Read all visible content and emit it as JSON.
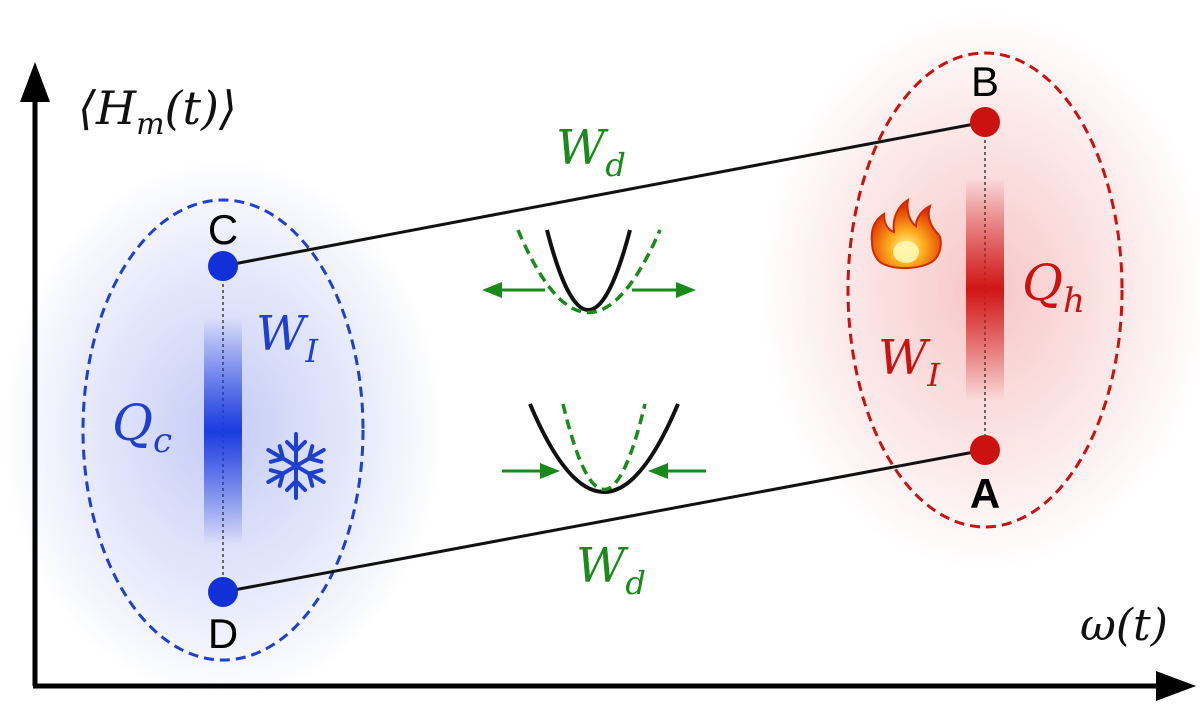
{
  "axes": {
    "y_label_main": "⟨H",
    "y_label_sub": "m",
    "y_label_tail": "(t)⟩",
    "x_label": "ω(t)"
  },
  "points": {
    "A": "A",
    "B": "B",
    "C": "C",
    "D": "D"
  },
  "labels": {
    "work_drive": "W",
    "work_drive_sub": "d",
    "work_internal": "W",
    "work_internal_sub": "I",
    "heat_cold": "Q",
    "heat_cold_sub": "c",
    "heat_hot": "Q",
    "heat_hot_sub": "h"
  },
  "icons": {
    "cold": "snowflake-icon",
    "hot": "flame-icon"
  },
  "colors": {
    "cold": "#1f3fcf",
    "hot": "#cc1111",
    "drive": "#1a8a1a",
    "line": "#111111"
  }
}
